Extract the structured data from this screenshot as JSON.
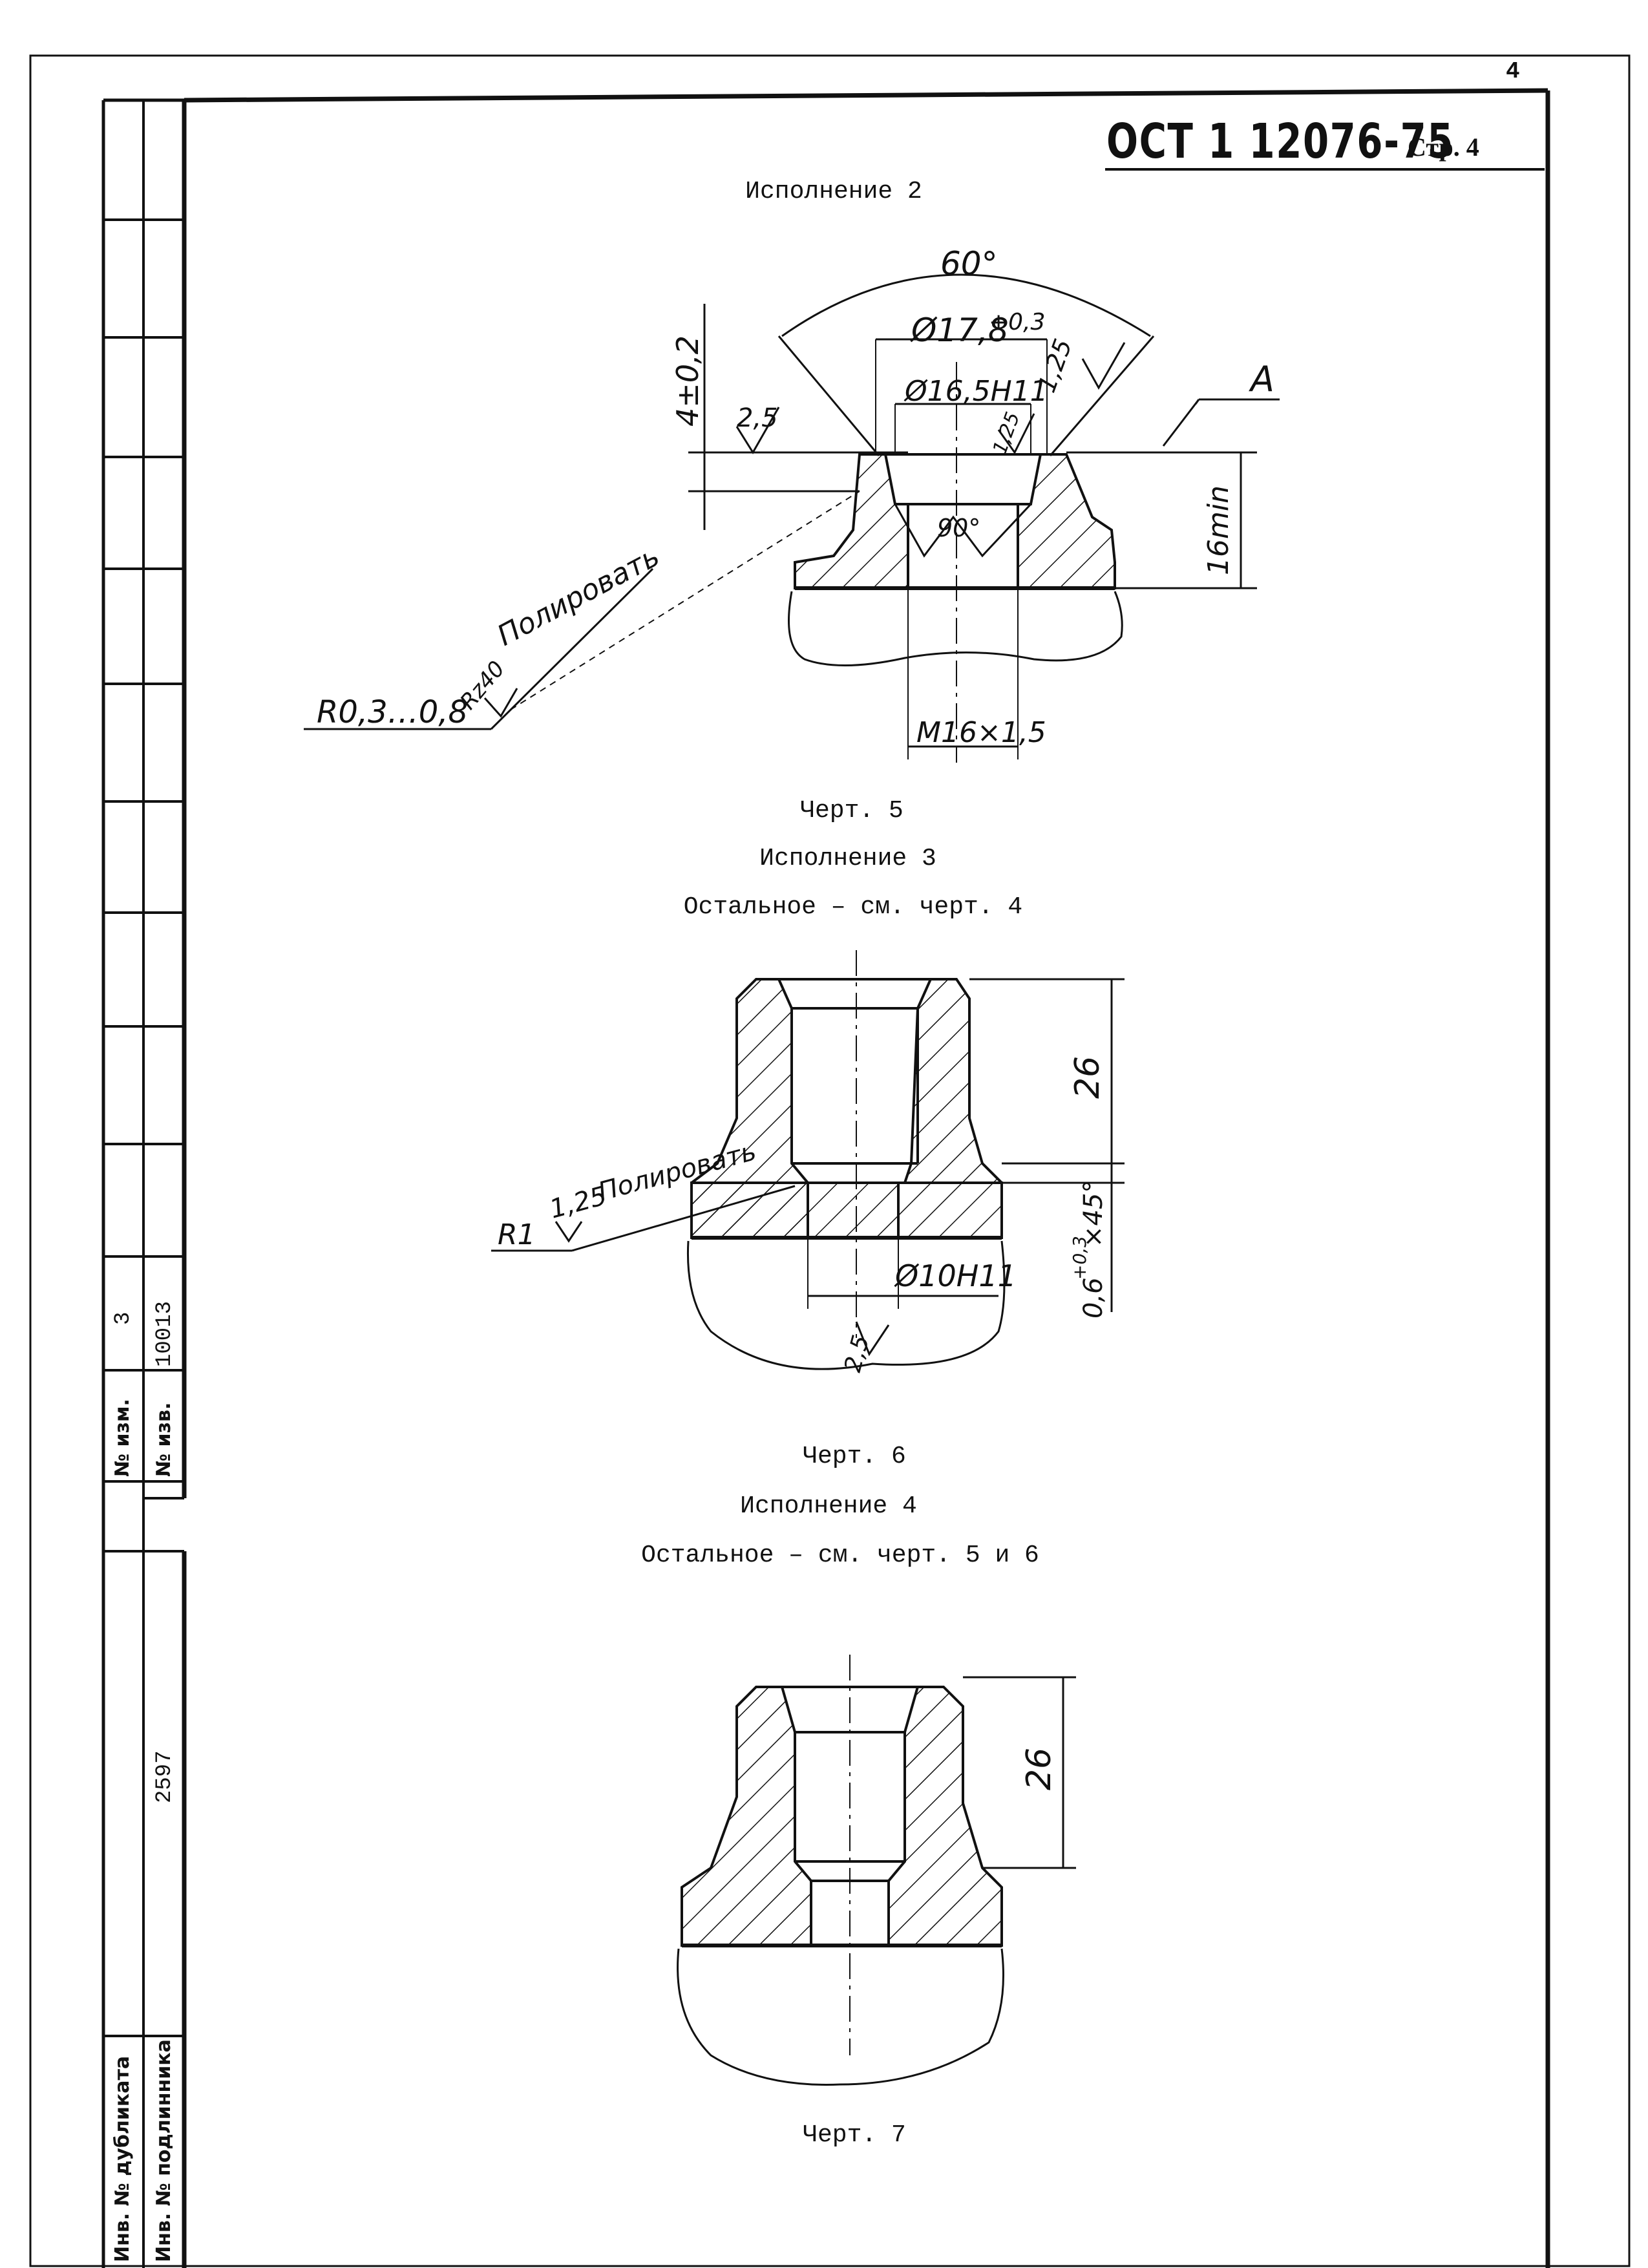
{
  "header": {
    "page_number": "4",
    "standard": "ОСТ 1 12076-75",
    "page_label": "Стр. 4"
  },
  "sections": [
    {
      "title": "Исполнение 2",
      "caption": "Черт. 5",
      "note": ""
    },
    {
      "title": "Исполнение 3",
      "note": "Остальное – см. черт. 4",
      "caption": "Черт. 6"
    },
    {
      "title": "Исполнение 4",
      "note": "Остальное – см. черт. 5 и 6",
      "caption": "Черт. 7"
    }
  ],
  "drawing5": {
    "angle": "60°",
    "dia_outer": "Ø17,8",
    "dia_outer_tol": "+0,3",
    "dia_inner": "Ø16,5H11",
    "roughness_a": "1,25",
    "roughness_b": "1,25",
    "roughness_c": "2,5",
    "depth": "4±0,2",
    "datum": "A",
    "height": "16min",
    "cone": "90°",
    "thread": "M16×1,5",
    "polish": "Полировать",
    "radius": "R0,3…0,8",
    "rz": "Rz40"
  },
  "drawing6": {
    "height": "26",
    "chamfer": "0,6",
    "chamfer_tol": "+0,3",
    "chamfer_angle": "×45°",
    "radius": "R1",
    "roughness": "1,25",
    "polish": "Полировать",
    "dia": "Ø10H11",
    "roughness_b": "2,5"
  },
  "drawing7": {
    "height": "26"
  },
  "stamp": {
    "change_label": "№ изм.",
    "change_value": "3",
    "notice_label": "№ изв.",
    "notice_value": "10013",
    "duplicate_label": "Инв. № дубликата",
    "original_label": "Инв. № подлинника",
    "original_value": "2597"
  }
}
